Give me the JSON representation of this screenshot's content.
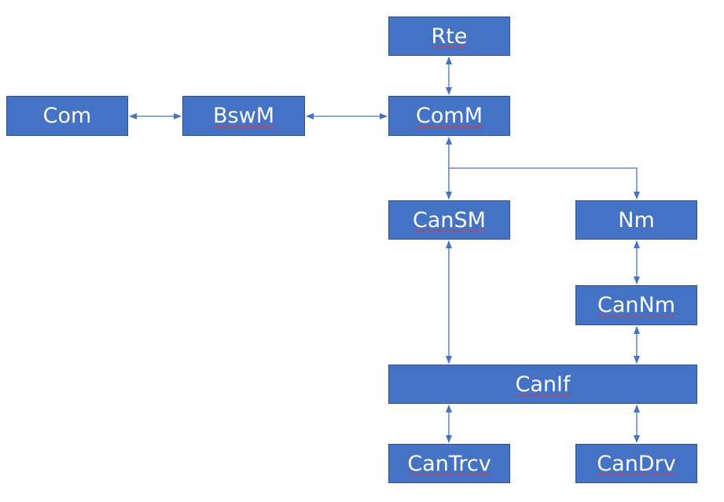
{
  "colors": {
    "node_fill": "#4472c4",
    "node_border": "#2f528f",
    "edge": "#4472c4",
    "text": "#ffffff",
    "spellcheck_underline": "#e0383e"
  },
  "nodes": {
    "rte": "Rte",
    "com": "Com",
    "bswm": "BswM",
    "comm": "ComM",
    "cansm": "CanSM",
    "nm": "Nm",
    "cannm": "CanNm",
    "canif": "CanIf",
    "cantrcv": "CanTrcv",
    "candrv": "CanDrv"
  },
  "edges": [
    {
      "from": "com",
      "to": "bswm",
      "direction": "both"
    },
    {
      "from": "bswm",
      "to": "comm",
      "direction": "both"
    },
    {
      "from": "rte",
      "to": "comm",
      "direction": "both"
    },
    {
      "from": "comm",
      "to": "cansm",
      "direction": "both"
    },
    {
      "from": "comm",
      "to": "nm",
      "direction": "to"
    },
    {
      "from": "cansm",
      "to": "canif",
      "direction": "both"
    },
    {
      "from": "nm",
      "to": "cannm",
      "direction": "both"
    },
    {
      "from": "cannm",
      "to": "canif",
      "direction": "both"
    },
    {
      "from": "canif",
      "to": "cantrcv",
      "direction": "both"
    },
    {
      "from": "canif",
      "to": "candrv",
      "direction": "both"
    }
  ]
}
